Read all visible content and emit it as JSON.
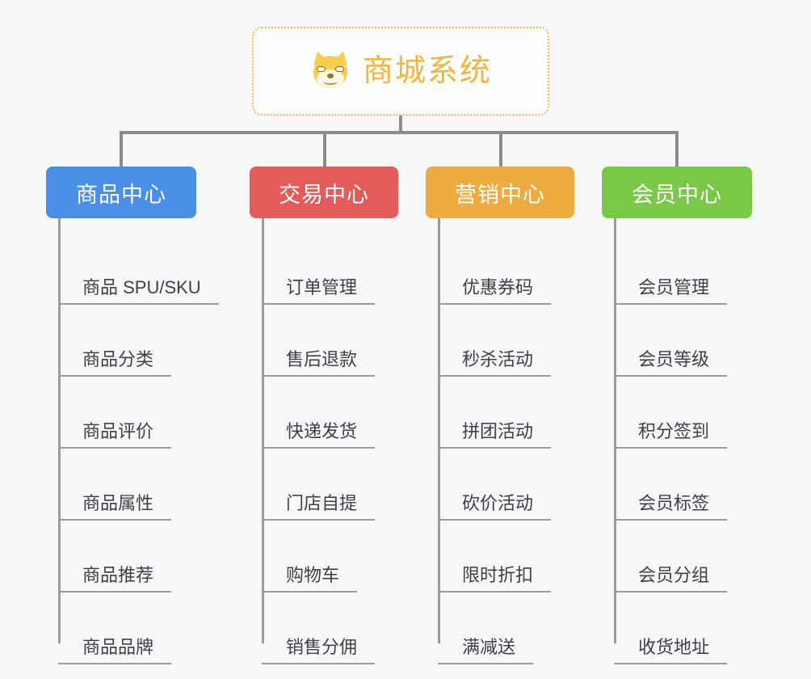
{
  "page": {
    "background_color": "#f7f7f7",
    "type": "mind-map"
  },
  "root": {
    "title": "商城系统",
    "icon": "shiba-dog-face-emoji",
    "text_color": "#f2b63c",
    "border_color": "#f0b84a"
  },
  "connector_color": "#8c8c8c",
  "branches": [
    {
      "label": "商品中心",
      "color": "#4a90e8",
      "items": [
        "商品 SPU/SKU",
        "商品分类",
        "商品评价",
        "商品属性",
        "商品推荐",
        "商品品牌"
      ]
    },
    {
      "label": "交易中心",
      "color": "#e45b5b",
      "items": [
        "订单管理",
        "售后退款",
        "快递发货",
        "门店自提",
        "购物车",
        "销售分佣"
      ]
    },
    {
      "label": "营销中心",
      "color": "#eeac40",
      "items": [
        "优惠券码",
        "秒杀活动",
        "拼团活动",
        "砍价活动",
        "限时折扣",
        "满减送"
      ]
    },
    {
      "label": "会员中心",
      "color": "#79c947",
      "items": [
        "会员管理",
        "会员等级",
        "积分签到",
        "会员标签",
        "会员分组",
        "收货地址"
      ]
    }
  ]
}
